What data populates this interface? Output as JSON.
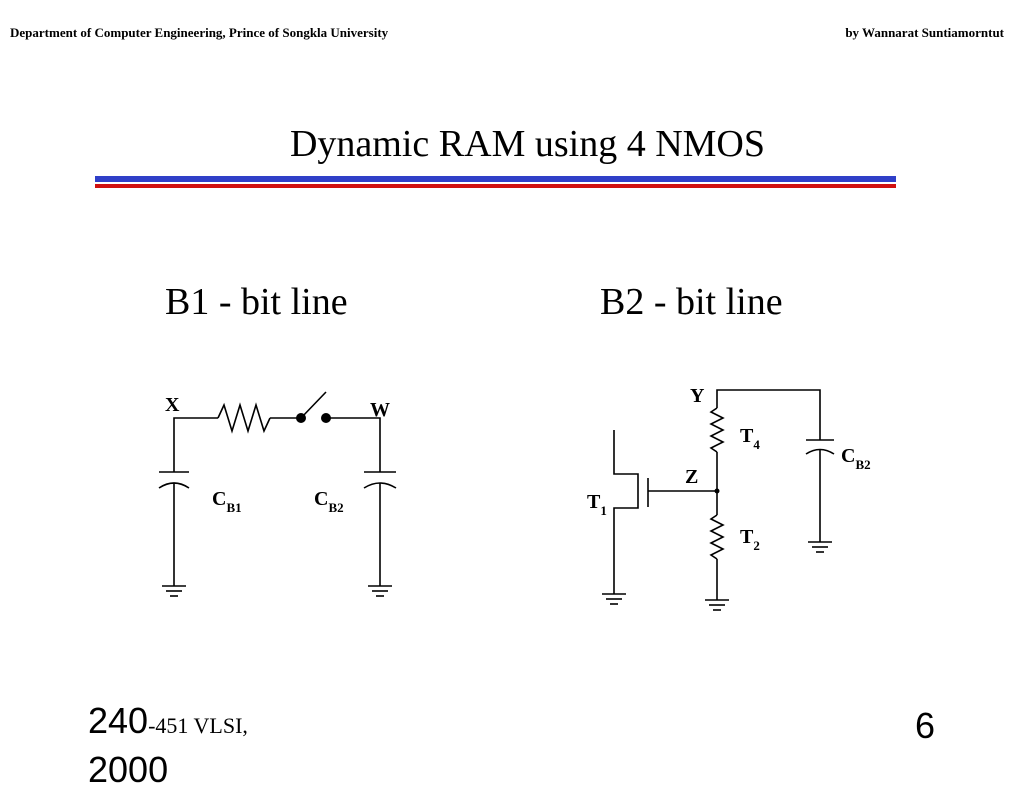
{
  "header": {
    "left": "Department of Computer Engineering, Prince of Songkla University",
    "right": "by Wannarat Suntiamorntut"
  },
  "title": "Dynamic RAM using  4  NMOS",
  "accent_colors": {
    "blue_rule": "#2f3fc8",
    "red_rule": "#d01010"
  },
  "bit_lines": {
    "b1": "B1   - bit line",
    "b2": "B2   - bit line"
  },
  "left_circuit": {
    "node_x": "X",
    "node_w": "W",
    "cap_left": {
      "main": "C",
      "sub": "B1"
    },
    "cap_right": {
      "main": "C",
      "sub": "B2"
    }
  },
  "right_circuit": {
    "node_y": "Y",
    "node_z": "Z",
    "t4": {
      "main": "T",
      "sub": "4"
    },
    "t2": {
      "main": "T",
      "sub": "2"
    },
    "t1": {
      "main": "T",
      "sub": "1"
    },
    "cap": {
      "main": "C",
      "sub": "B2"
    }
  },
  "footer": {
    "course_num": "240",
    "course_rest": "-451  VLSI,",
    "year": "2000",
    "page": "6"
  }
}
